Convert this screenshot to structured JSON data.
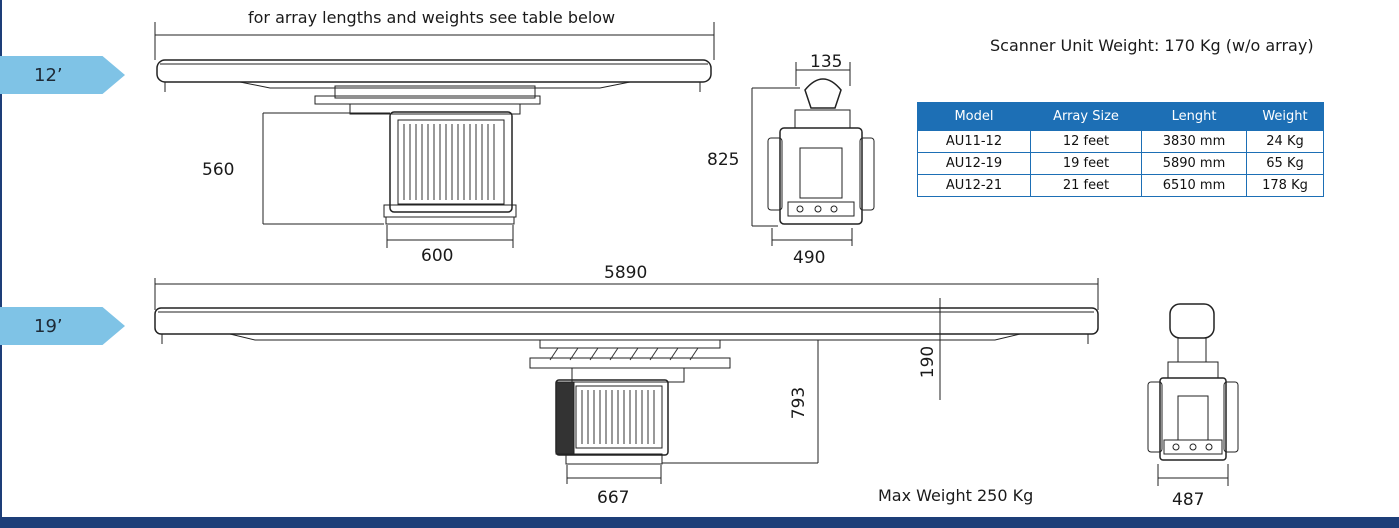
{
  "header_note": "for array lengths and weights see table below",
  "scanner_weight": "Scanner Unit Weight: 170 Kg (w/o array)",
  "tags": {
    "t12": "12’",
    "t19": "19’"
  },
  "dims": {
    "d135": "135",
    "d825": "825",
    "d560": "560",
    "d600": "600",
    "d490": "490",
    "d5890": "5890",
    "d190": "190",
    "d793": "793",
    "d667": "667",
    "d487": "487"
  },
  "max_weight": "Max Weight 250 Kg",
  "table": {
    "headers": [
      "Model",
      "Array Size",
      "Lenght",
      "Weight"
    ],
    "rows": [
      [
        "AU11-12",
        "12 feet",
        "3830 mm",
        "24 Kg"
      ],
      [
        "AU12-19",
        "19 feet",
        "5890 mm",
        "65 Kg"
      ],
      [
        "AU12-21",
        "21 feet",
        "6510 mm",
        "178 Kg"
      ]
    ]
  },
  "colors": {
    "brand_blue": "#1d3e78",
    "table_blue": "#1d6fb5",
    "tag_blue": "#7fc3e6"
  }
}
